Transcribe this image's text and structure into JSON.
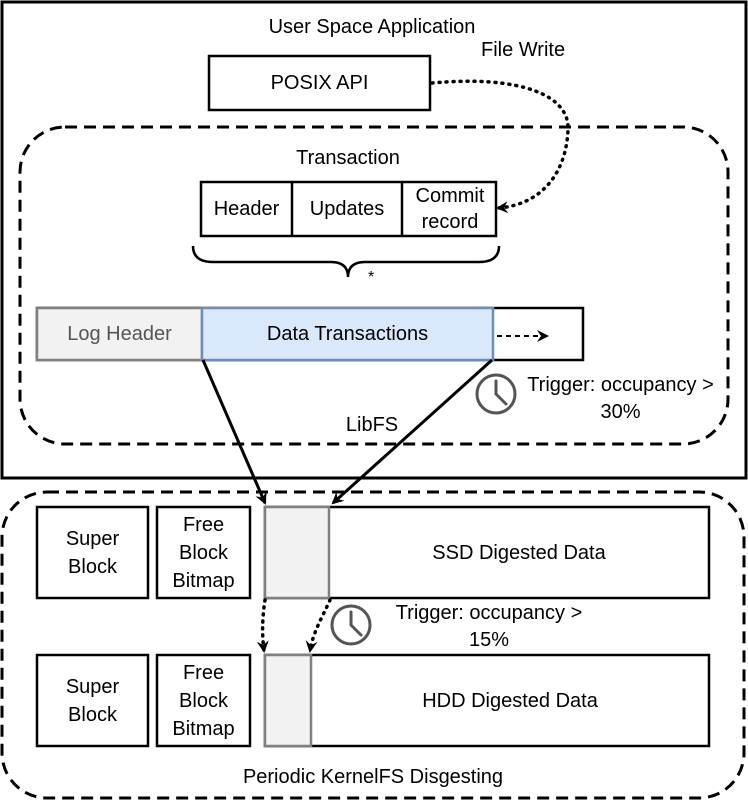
{
  "user_space": {
    "title": "User Space Application",
    "file_write": "File Write",
    "posix_api": "POSIX API"
  },
  "libfs": {
    "label": "LibFS",
    "transaction_title": "Transaction",
    "transaction_fields": [
      "Header",
      "Updates",
      "Commit record"
    ],
    "star": "*",
    "log_header": "Log Header",
    "data_transactions": "Data Transactions",
    "trigger": "Trigger: occupancy > 30%"
  },
  "kernelfs": {
    "label": "Periodic KernelFS Disgesting",
    "ssd": {
      "super_block": "Super Block",
      "free_block_bitmap": "Free Block Bitmap",
      "digested": "SSD Digested Data"
    },
    "hdd": {
      "super_block": "Super Block",
      "free_block_bitmap": "Free Block Bitmap",
      "digested": "HDD Digested Data"
    },
    "trigger": "Trigger: occupancy > 15%"
  },
  "colors": {
    "log_header_fill": "#f2f2f2",
    "data_tx_fill": "#dae8fc",
    "data_tx_border": "#6c8ebf",
    "grey_border": "#808080"
  },
  "icons": [
    "clock-icon"
  ]
}
